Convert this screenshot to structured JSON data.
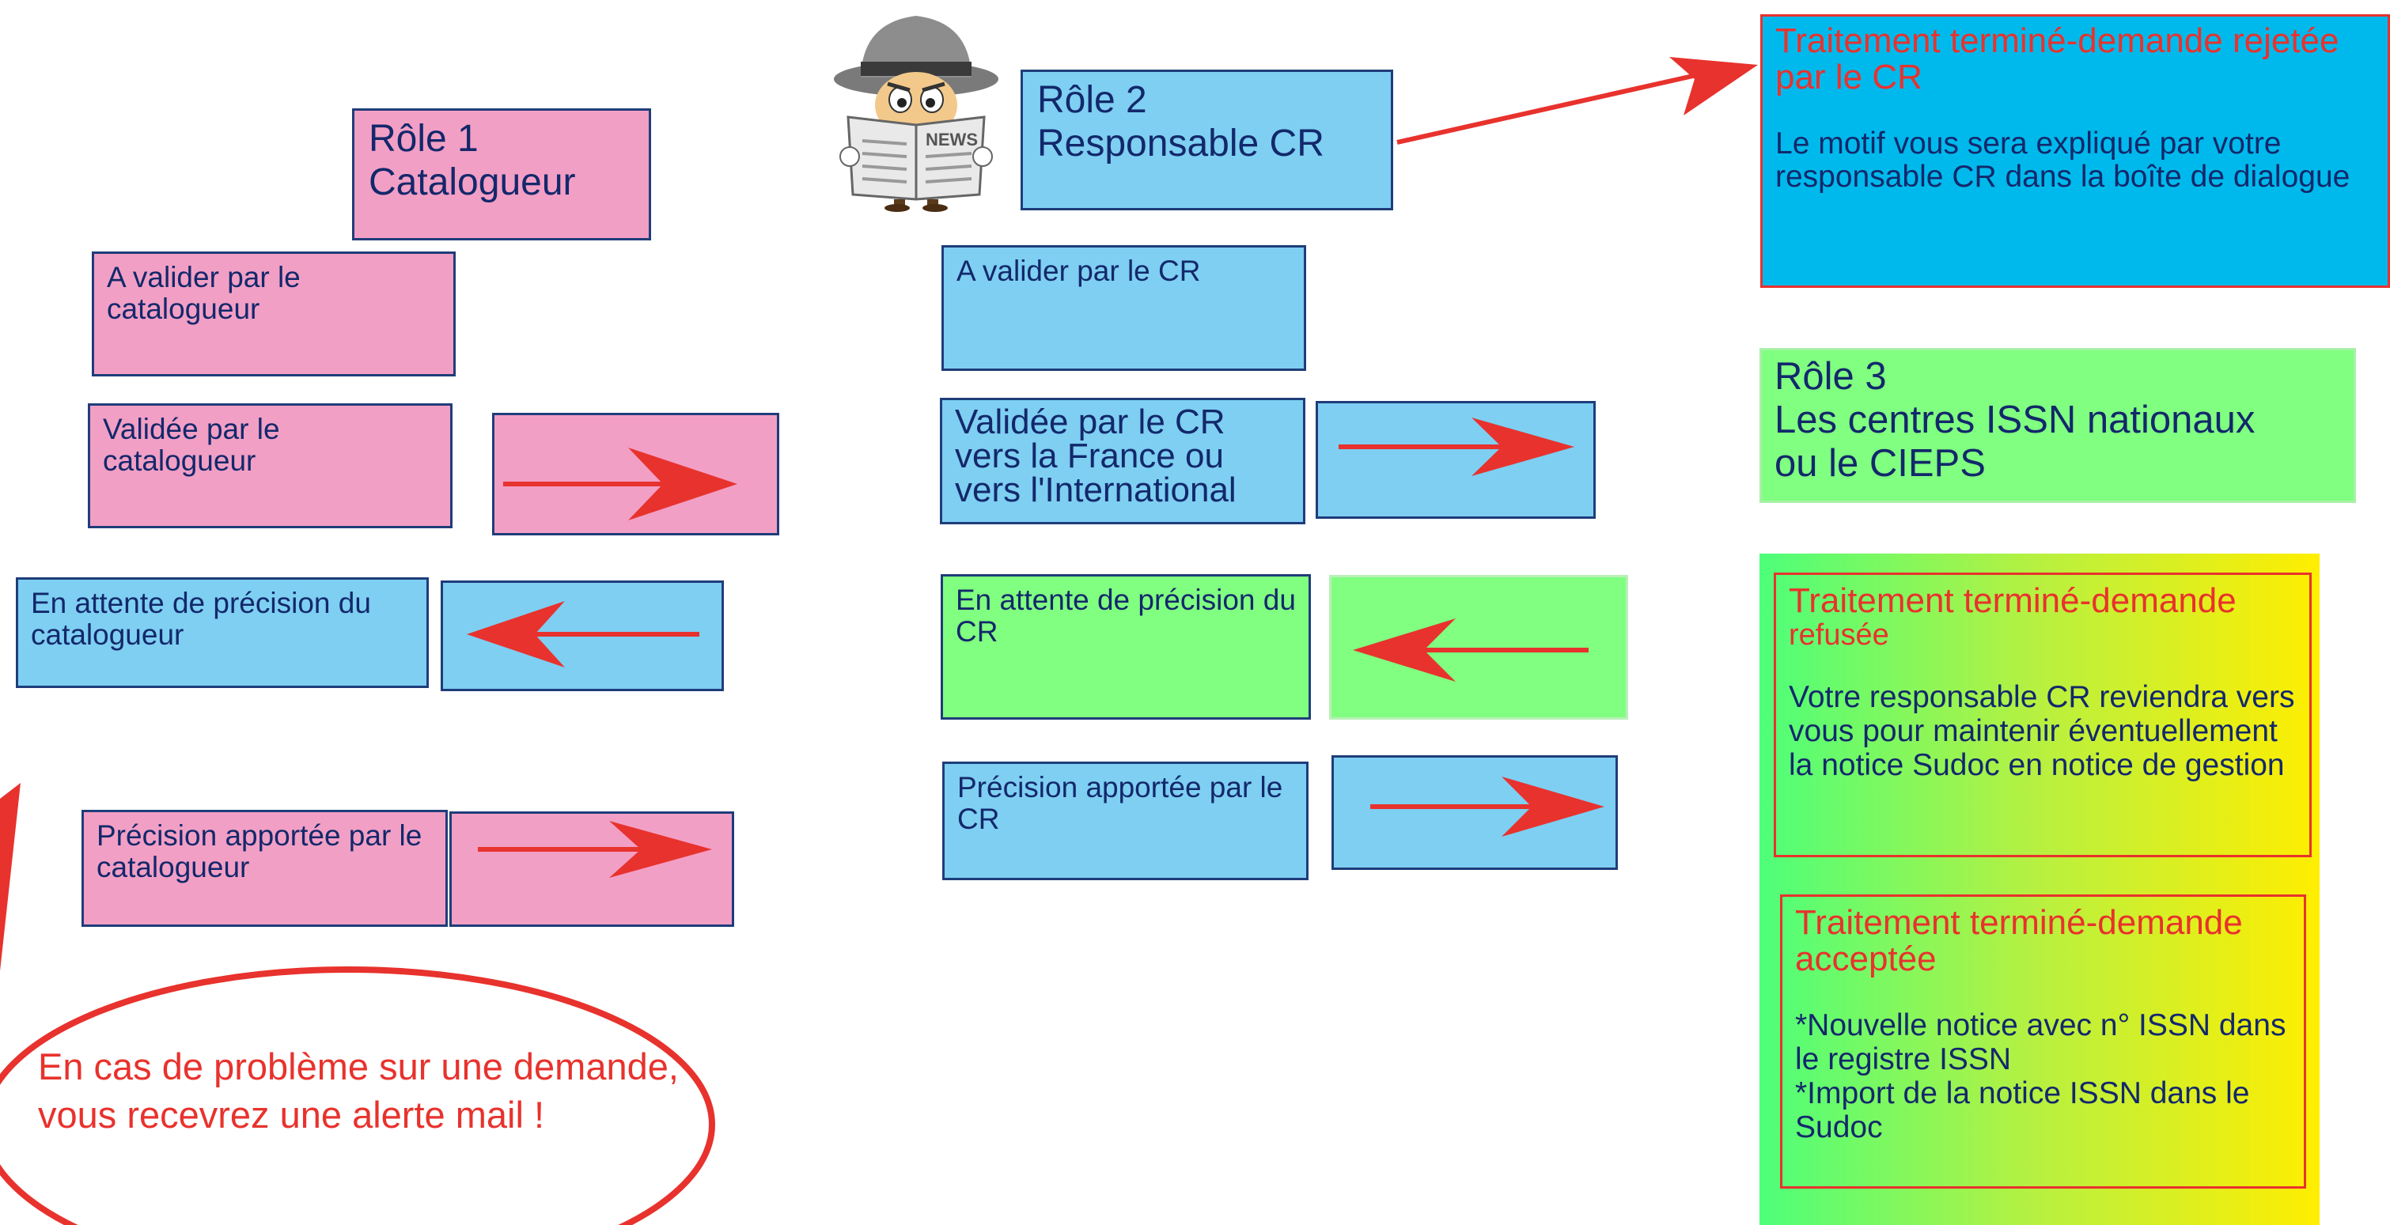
{
  "colors": {
    "pink": "#f29fc5",
    "blue": "#7ecff2",
    "green": "#80ff80",
    "cyan": "#00b9ec",
    "red": "#e8322d",
    "navy": "#13286b",
    "yellow": "#ffee00"
  },
  "role1": {
    "title_line1": "Rôle 1",
    "title_line2": "Catalogueur",
    "a_valider": "A valider par le catalogueur",
    "validee": "Validée par le catalogueur",
    "en_attente": "En attente de précision du catalogueur",
    "precision": "Précision apportée par le catalogueur"
  },
  "role2": {
    "title_line1": "Rôle 2",
    "title_line2": "Responsable CR",
    "a_valider": "A valider par le CR",
    "validee_line1": "Validée par le CR",
    "validee_line2": "vers la France ou",
    "validee_line3": "vers l'International",
    "en_attente": "En attente de précision du CR",
    "precision": "Précision apportée par le CR"
  },
  "rejected": {
    "title": "Traitement terminé-demande rejetée par le CR",
    "body": "Le motif vous sera expliqué par votre responsable CR dans la boîte de dialogue"
  },
  "role3": {
    "title_line1": "Rôle 3",
    "title_line2": "Les centres ISSN nationaux",
    "title_line3": "ou le CIEPS"
  },
  "refused": {
    "title_line1": "Traitement terminé-demande",
    "title_line2": "refusée",
    "body": "Votre responsable CR reviendra vers vous pour maintenir éventuellement la notice Sudoc en notice de gestion"
  },
  "accepted": {
    "title": "Traitement terminé-demande acceptée",
    "body_line1": "*Nouvelle notice avec n° ISSN dans le registre ISSN",
    "body_line2": "*Import de la notice ISSN dans le Sudoc"
  },
  "alert": {
    "text": "En cas de problème sur une demande, vous recevrez une alerte mail !"
  },
  "mascot": {
    "icon": "detective-newspaper-icon",
    "newspaper_label": "NEWS"
  }
}
